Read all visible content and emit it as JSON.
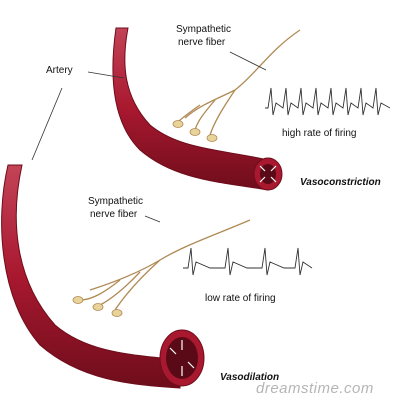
{
  "labels": {
    "artery": "Artery",
    "nerve_top_line1": "Sympathetic",
    "nerve_top_line2": "nerve fiber",
    "nerve_bottom_line1": "Sympathetic",
    "nerve_bottom_line2": "nerve fiber",
    "high_rate": "high rate of firing",
    "low_rate": "low rate of firing",
    "vasoconstriction": "Vasoconstriction",
    "vasodilation": "Vasodilation"
  },
  "watermark": "dreamstime.com",
  "colors": {
    "artery_dark": "#7a1020",
    "artery_mid": "#a8182f",
    "artery_light": "#d9707f",
    "lumen": "#5a0a16",
    "nerve": "#b08a55",
    "nerve_ending": "#e8d49a",
    "trace": "#333333"
  }
}
